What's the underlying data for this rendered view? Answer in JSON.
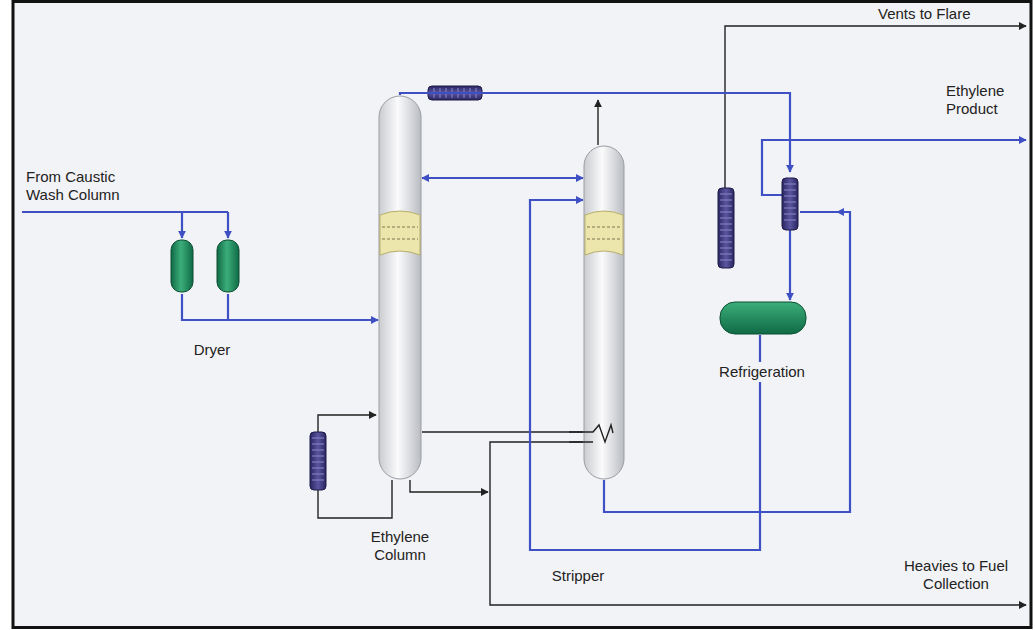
{
  "diagram": {
    "nodes": [
      {
        "text": [
          "Dryer"
        ]
      },
      {
        "text": [
          "Ethylene Column"
        ]
      },
      {
        "text": [
          "Stripper"
        ]
      },
      {
        "text": [
          "Refrigeration"
        ]
      }
    ],
    "edges": [
      {
        "from": 0,
        "to": 1,
        "arrow": "to"
      },
      {
        "from": 1,
        "to": 2,
        "arrow": "both"
      },
      {
        "from": 1,
        "to": 3,
        "arrow": "to"
      },
      {
        "from": 2,
        "to": 3,
        "arrow": "to"
      },
      {
        "from": 3,
        "to": 2,
        "arrow": "to"
      }
    ],
    "labels": [
      "From Caustic Wash Column",
      "Vents to Flare",
      "Ethylene Product",
      "Heavies to Fuel Collection"
    ]
  }
}
